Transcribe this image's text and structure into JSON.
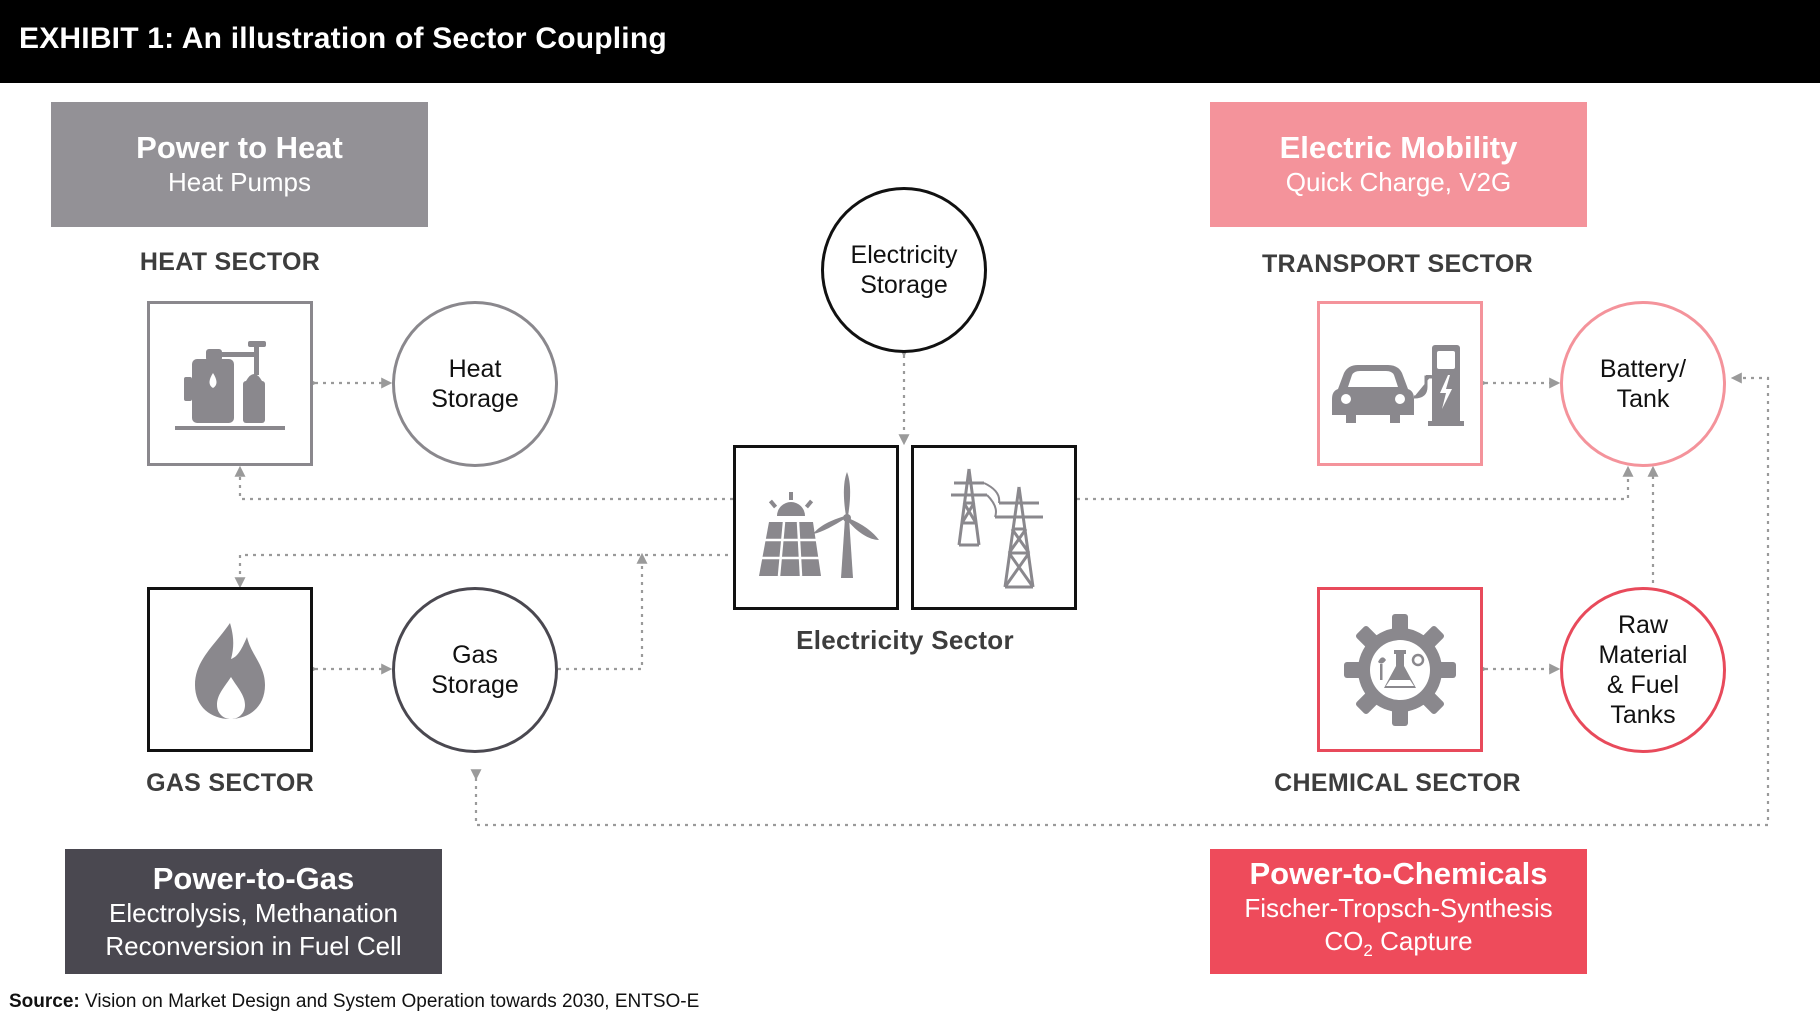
{
  "header": {
    "title": "EXHIBIT 1: An illustration of Sector Coupling"
  },
  "label_boxes": {
    "power_to_heat": {
      "title": "Power to Heat",
      "subtitle": "Heat Pumps",
      "color": "#939196"
    },
    "electric_mobility": {
      "title": "Electric Mobility",
      "subtitle": "Quick Charge, V2G",
      "color": "#f4939b"
    },
    "power_to_gas": {
      "title": "Power-to-Gas",
      "line1": "Electrolysis, Methanation",
      "line2": "Reconversion in Fuel Cell",
      "color": "#4a4850"
    },
    "power_to_chemicals": {
      "title": "Power-to-Chemicals",
      "line1": "Fischer-Tropsch-Synthesis",
      "line2_main": "CO",
      "line2_sub": "2",
      "line2_rest": " Capture",
      "color": "#ee4b5b"
    }
  },
  "sectors": {
    "heat": "HEAT SECTOR",
    "transport": "TRANSPORT SECTOR",
    "gas": "GAS SECTOR",
    "chemical": "CHEMICAL SECTOR",
    "electricity": "Electricity Sector"
  },
  "storage": {
    "electricity": {
      "line1": "Electricity",
      "line2": "Storage"
    },
    "heat": {
      "line1": "Heat",
      "line2": "Storage"
    },
    "gas": {
      "line1": "Gas",
      "line2": "Storage"
    },
    "battery": {
      "line1": "Battery/",
      "line2": "Tank"
    },
    "raw_material": {
      "line1": "Raw",
      "line2": "Material",
      "line3": "& Fuel",
      "line4": "Tanks"
    }
  },
  "icons": {
    "heat": "boiler-heat-pump-icon",
    "gas": "flame-icon",
    "solar_wind": "solar-wind-icon",
    "power_grid": "transmission-tower-icon",
    "electric_car": "car-charging-icon",
    "chemical": "gear-flask-icon"
  },
  "colors": {
    "gray_icon": "#8a888d",
    "dark": "#111111",
    "pink": "#f4939b",
    "red": "#e84a5b",
    "connector": "#9a9a9a"
  },
  "source": {
    "label": "Source:",
    "text": " Vision on Market Design and System Operation towards 2030, ENTSO-E"
  }
}
